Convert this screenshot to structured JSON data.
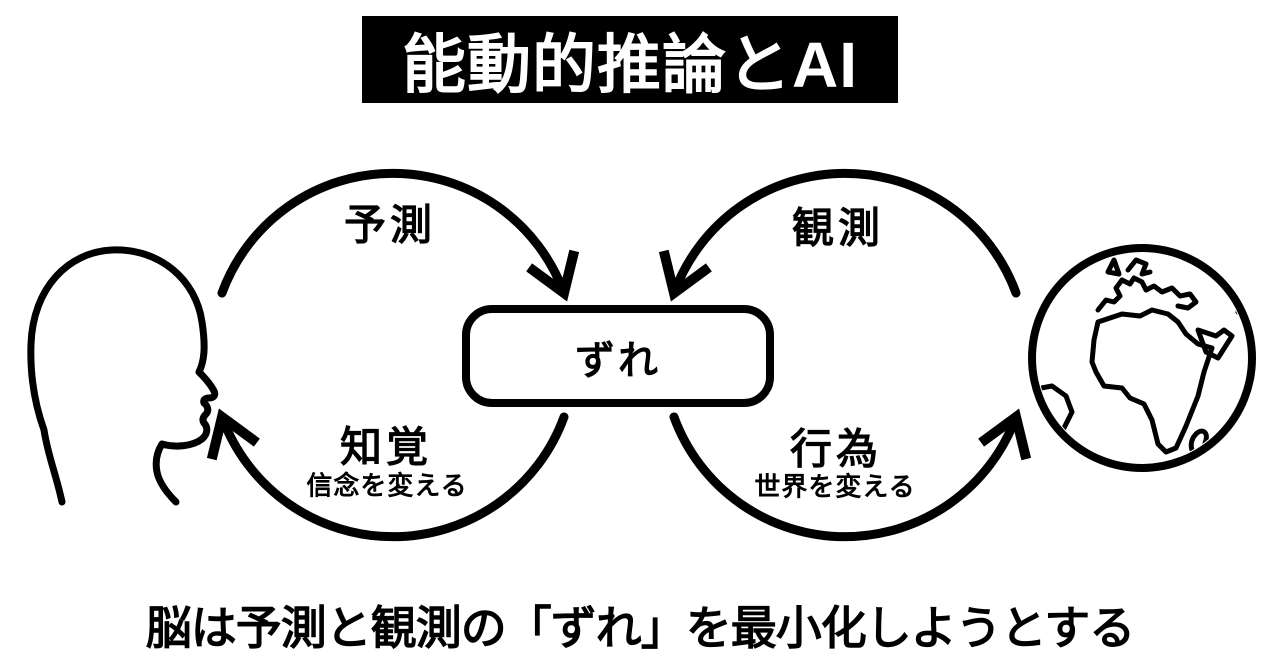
{
  "title": "能動的推論とAI",
  "diagram": {
    "left_loop": {
      "top_label": "予測",
      "bottom_label": "知覚",
      "bottom_sublabel": "信念を変える"
    },
    "right_loop": {
      "top_label": "観測",
      "bottom_label": "行為",
      "bottom_sublabel": "世界を変える"
    },
    "center_box": {
      "label": "ずれ"
    },
    "left_entity": "human-head-profile",
    "right_entity": "earth-globe"
  },
  "caption": "脳は予測と観測の「ずれ」を最小化しようとする",
  "colors": {
    "foreground": "#000000",
    "background": "#ffffff",
    "title_bg": "#000000",
    "title_fg": "#ffffff"
  }
}
